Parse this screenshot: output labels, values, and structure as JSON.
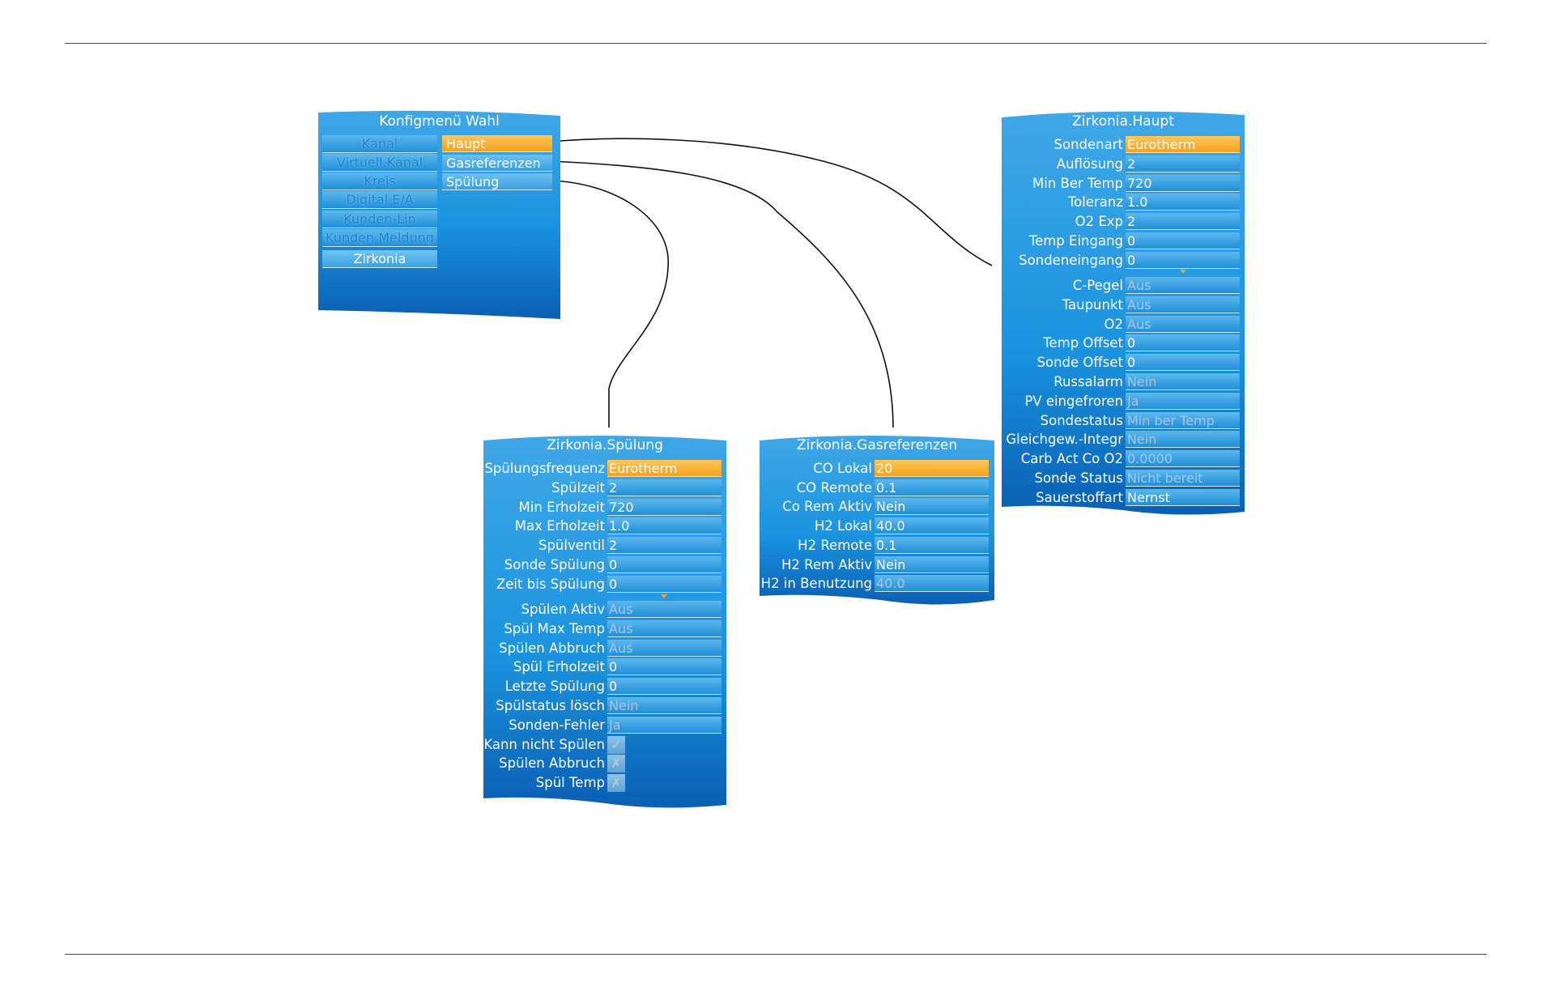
{
  "menu": {
    "title": "Konfigmenü Wahl",
    "main_items": [
      "Kanal",
      "Virtuell.Kanal",
      "Kreis",
      "Digital E/A",
      "Kunden-Lin",
      "Kunden Meldung",
      "Zirkonia"
    ],
    "active_main": 6,
    "sub_items": [
      "Haupt",
      "Gasreferenzen",
      "Spülung"
    ],
    "selected_sub": 0
  },
  "haupt": {
    "title": "Zirkonia.Haupt",
    "rows_top": [
      {
        "label": "Sondenart",
        "value": "Eurotherm",
        "state": "selected"
      },
      {
        "label": "Auflösung",
        "value": "2",
        "state": "editable"
      },
      {
        "label": "Min Ber Temp",
        "value": "720",
        "state": "editable"
      },
      {
        "label": "Toleranz",
        "value": "1.0",
        "state": "editable"
      },
      {
        "label": "O2 Exp",
        "value": "2",
        "state": "editable"
      },
      {
        "label": "Temp Eingang",
        "value": "0",
        "state": "editable"
      },
      {
        "label": "Sondeneingang",
        "value": "0",
        "state": "editable"
      }
    ],
    "rows_bottom": [
      {
        "label": "C-Pegel",
        "value": "Aus",
        "state": "readonly"
      },
      {
        "label": "Taupunkt",
        "value": "Aus",
        "state": "readonly"
      },
      {
        "label": "O2",
        "value": "Aus",
        "state": "readonly"
      },
      {
        "label": "Temp Offset",
        "value": "0",
        "state": "editable"
      },
      {
        "label": "Sonde Offset",
        "value": "0",
        "state": "editable"
      },
      {
        "label": "Russalarm",
        "value": "Nein",
        "state": "readonly"
      },
      {
        "label": "PV eingefroren",
        "value": "Ja",
        "state": "readonly"
      },
      {
        "label": "Sondestatus",
        "value": "Min ber Temp",
        "state": "readonly"
      },
      {
        "label": "Gleichgew.-Integr",
        "value": "Nein",
        "state": "readonly"
      },
      {
        "label": "Carb Act Co O2",
        "value": "0.0000",
        "state": "readonly"
      },
      {
        "label": "Sonde Status",
        "value": "Nicht bereit",
        "state": "readonly"
      },
      {
        "label": "Sauerstoffart",
        "value": "Nernst",
        "state": "editable"
      }
    ]
  },
  "gas": {
    "title": "Zirkonia.Gasreferenzen",
    "rows": [
      {
        "label": "CO Lokal",
        "value": "20",
        "state": "selected"
      },
      {
        "label": "CO Remote",
        "value": "0.1",
        "state": "editable"
      },
      {
        "label": "Co Rem Aktiv",
        "value": "Nein",
        "state": "editable"
      },
      {
        "label": "H2 Lokal",
        "value": "40.0",
        "state": "editable"
      },
      {
        "label": "H2 Remote",
        "value": "0.1",
        "state": "editable"
      },
      {
        "label": "H2 Rem Aktiv",
        "value": "Nein",
        "state": "editable"
      },
      {
        "label": "H2 in Benutzung",
        "value": "40.0",
        "state": "readonly"
      }
    ]
  },
  "spuelung": {
    "title": "Zirkonia.Spülung",
    "rows_top": [
      {
        "label": "Spülungsfrequenz",
        "value": "Eurotherm",
        "state": "selected"
      },
      {
        "label": "Spülzeit",
        "value": "2",
        "state": "editable"
      },
      {
        "label": "Min Erholzeit",
        "value": "720",
        "state": "editable"
      },
      {
        "label": "Max Erholzeit",
        "value": "1.0",
        "state": "editable"
      },
      {
        "label": "Spülventil",
        "value": "2",
        "state": "editable"
      },
      {
        "label": "Sonde Spülung",
        "value": "0",
        "state": "editable"
      },
      {
        "label": "Zeit bis Spülung",
        "value": "0",
        "state": "editable"
      }
    ],
    "rows_bottom": [
      {
        "label": "Spülen Aktiv",
        "value": "Aus",
        "state": "readonly"
      },
      {
        "label": "Spül  Max Temp",
        "value": "Aus",
        "state": "readonly"
      },
      {
        "label": "Spülen Abbruch",
        "value": "Aus",
        "state": "readonly"
      },
      {
        "label": "Spül Erholzeit",
        "value": "0",
        "state": "editable"
      },
      {
        "label": "Letzte Spülung",
        "value": "0",
        "state": "editable"
      },
      {
        "label": "Spülstatus lösch",
        "value": "Nein",
        "state": "readonly"
      },
      {
        "label": "Sonden-Fehler",
        "value": "Ja",
        "state": "readonly"
      }
    ],
    "checks": [
      {
        "label": "Kann nicht Spülen",
        "value": "✓"
      },
      {
        "label": "Spülen Abbruch",
        "value": "✗"
      },
      {
        "label": "Spül Temp",
        "value": "✗"
      }
    ]
  }
}
